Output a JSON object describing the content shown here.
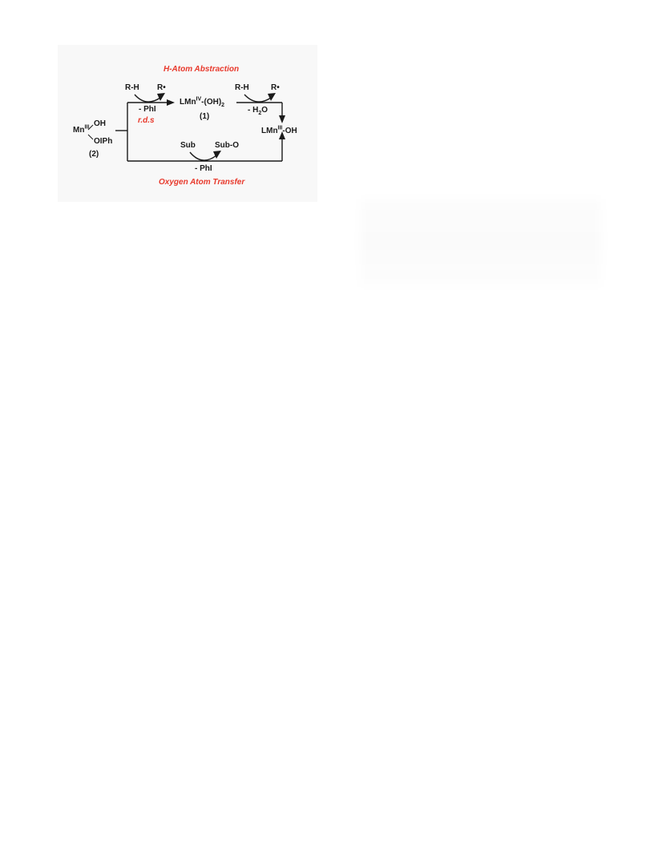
{
  "scheme": {
    "top_pathway": "H-Atom Abstraction",
    "bottom_pathway": "Oxygen Atom Transfer",
    "rate_step": "r.d.s",
    "start_complex": {
      "metal": "Mn",
      "oxidation_state": "III",
      "ligand_top": "OH",
      "ligand_bottom": "OIPh",
      "number": "(2)"
    },
    "intermediate": {
      "prefix": "LMn",
      "oxidation_state": "IV",
      "suffix": "-(OH)",
      "subscript": "2",
      "number": "(1)"
    },
    "product": {
      "prefix": "LMn",
      "oxidation_state": "III",
      "suffix": "-OH"
    },
    "step1": {
      "reactant": "R-H",
      "product": "R•",
      "byproduct": "- PhI"
    },
    "step2": {
      "reactant": "R-H",
      "product": "R•",
      "byproduct_prefix": "- H",
      "byproduct_subscript": "2",
      "byproduct_suffix": "O"
    },
    "step3": {
      "reactant": "Sub",
      "product": "Sub-O",
      "byproduct": "- PhI"
    }
  },
  "colors": {
    "accent": "#e8392c",
    "ink": "#1a1a1a",
    "panel": "#f8f8f8"
  }
}
